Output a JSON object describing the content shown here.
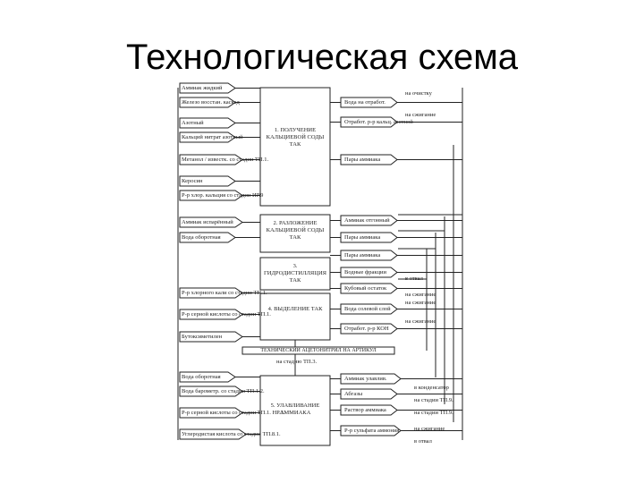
{
  "slide": {
    "title": "Технологическая схема"
  },
  "inputs": [
    {
      "label": "Аммиак жидкий"
    },
    {
      "label": "Железо восстан. каскад"
    },
    {
      "label": "Азотный"
    },
    {
      "label": "Кальций нитрат азотный"
    },
    {
      "label": "Метанол / известк. со стадии ТП.1."
    },
    {
      "label": "Керосин"
    },
    {
      "label": "Р-р хлор. кальция со стадии ИР.9"
    },
    {
      "label": "Аммиак испарённый"
    },
    {
      "label": "Вода оборотная"
    },
    {
      "label": "Р-р хлорного кали со стадии ТП.1."
    },
    {
      "label": "Р-р серной кислоты со стадии ТП.1."
    },
    {
      "label": "Бутоксиметилен"
    },
    {
      "label": "Вода оборотная"
    },
    {
      "label": "Вода барометр. со стадии ТП.1.2."
    },
    {
      "label": "Р-р серной кислоты со стадии ТП.1. НР.3."
    },
    {
      "label": "Углеродистая кислота со стадии ТП.8.1."
    }
  ],
  "processes": [
    {
      "label": "1. ПОЛУЧЕНИЕ КАЛЬЦИЕВОЙ СОДЫ ТАК"
    },
    {
      "label": "2. РАЗЛОЖЕНИЕ КАЛЬЦИЕВОЙ СОДЫ ТАК"
    },
    {
      "label": "3. ГИДРОДИСТИЛЛЯЦИЯ ТАК"
    },
    {
      "label": "4. ВЫДЕЛЕНИЕ ТАК"
    },
    {
      "label": "5. УЛАВЛИВАНИЕ АММИАКА"
    }
  ],
  "outputs": [
    {
      "label": "Вода на отработ."
    },
    {
      "label": "Отработ. р-р кальц. азотной"
    },
    {
      "label": "Пары аммиака"
    },
    {
      "label": "Аммиак отгонный"
    },
    {
      "label": "Пары аммиака"
    },
    {
      "label": "Пары аммиака"
    },
    {
      "label": "Водные фракции"
    },
    {
      "label": "Кубовый остаток"
    },
    {
      "label": "Вода солевой слой"
    },
    {
      "label": "Отработ. р-р КОН"
    },
    {
      "label": "Аммиак улавлив."
    },
    {
      "label": "Абгазы"
    },
    {
      "label": "Раствор аммиака"
    },
    {
      "label": "Р-р сульфата аммония"
    }
  ],
  "notes": [
    {
      "label": "на очистку"
    },
    {
      "label": "на сжигание"
    },
    {
      "label": "в отвал"
    },
    {
      "label": "на сжигание"
    },
    {
      "label": "на сжигание"
    },
    {
      "label": "на сжигание"
    },
    {
      "label": "в конденсатор"
    },
    {
      "label": "на стадии ТП.9."
    },
    {
      "label": "на стадии ТП.9."
    },
    {
      "label": "на сжигание"
    },
    {
      "label": "в отвал"
    }
  ],
  "product": {
    "label": "ТЕХНИЧЕСКИЙ АЦЕТОНИТРИЛ НА АРТИКУЛ"
  },
  "product_note": {
    "label": "на стадию ТП.3."
  }
}
